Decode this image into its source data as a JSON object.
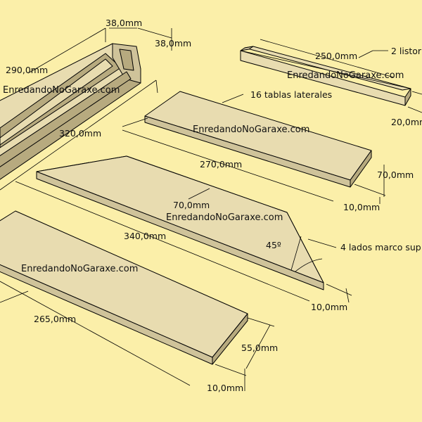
{
  "watermark": "EnredandoNoGaraxe.com",
  "pieces": {
    "posts": {
      "dims": [
        "38,0mm",
        "38,0mm",
        "290,0mm",
        "320,0mm"
      ]
    },
    "listones": {
      "callout": "2 listor",
      "dims": [
        "250,0mm",
        "20,0mm"
      ]
    },
    "side_boards": {
      "callout": "16 tablas laterales",
      "dims": [
        "270,0mm",
        "70,0mm",
        "10,0mm"
      ]
    },
    "frame_pieces": {
      "callout": "4 lados marco sup",
      "dims": [
        "70,0mm",
        "340,0mm",
        "45º",
        "10,0mm"
      ]
    },
    "bottom_board": {
      "dims": [
        "265,0mm",
        "55,0mm",
        "10,0mm"
      ]
    }
  }
}
